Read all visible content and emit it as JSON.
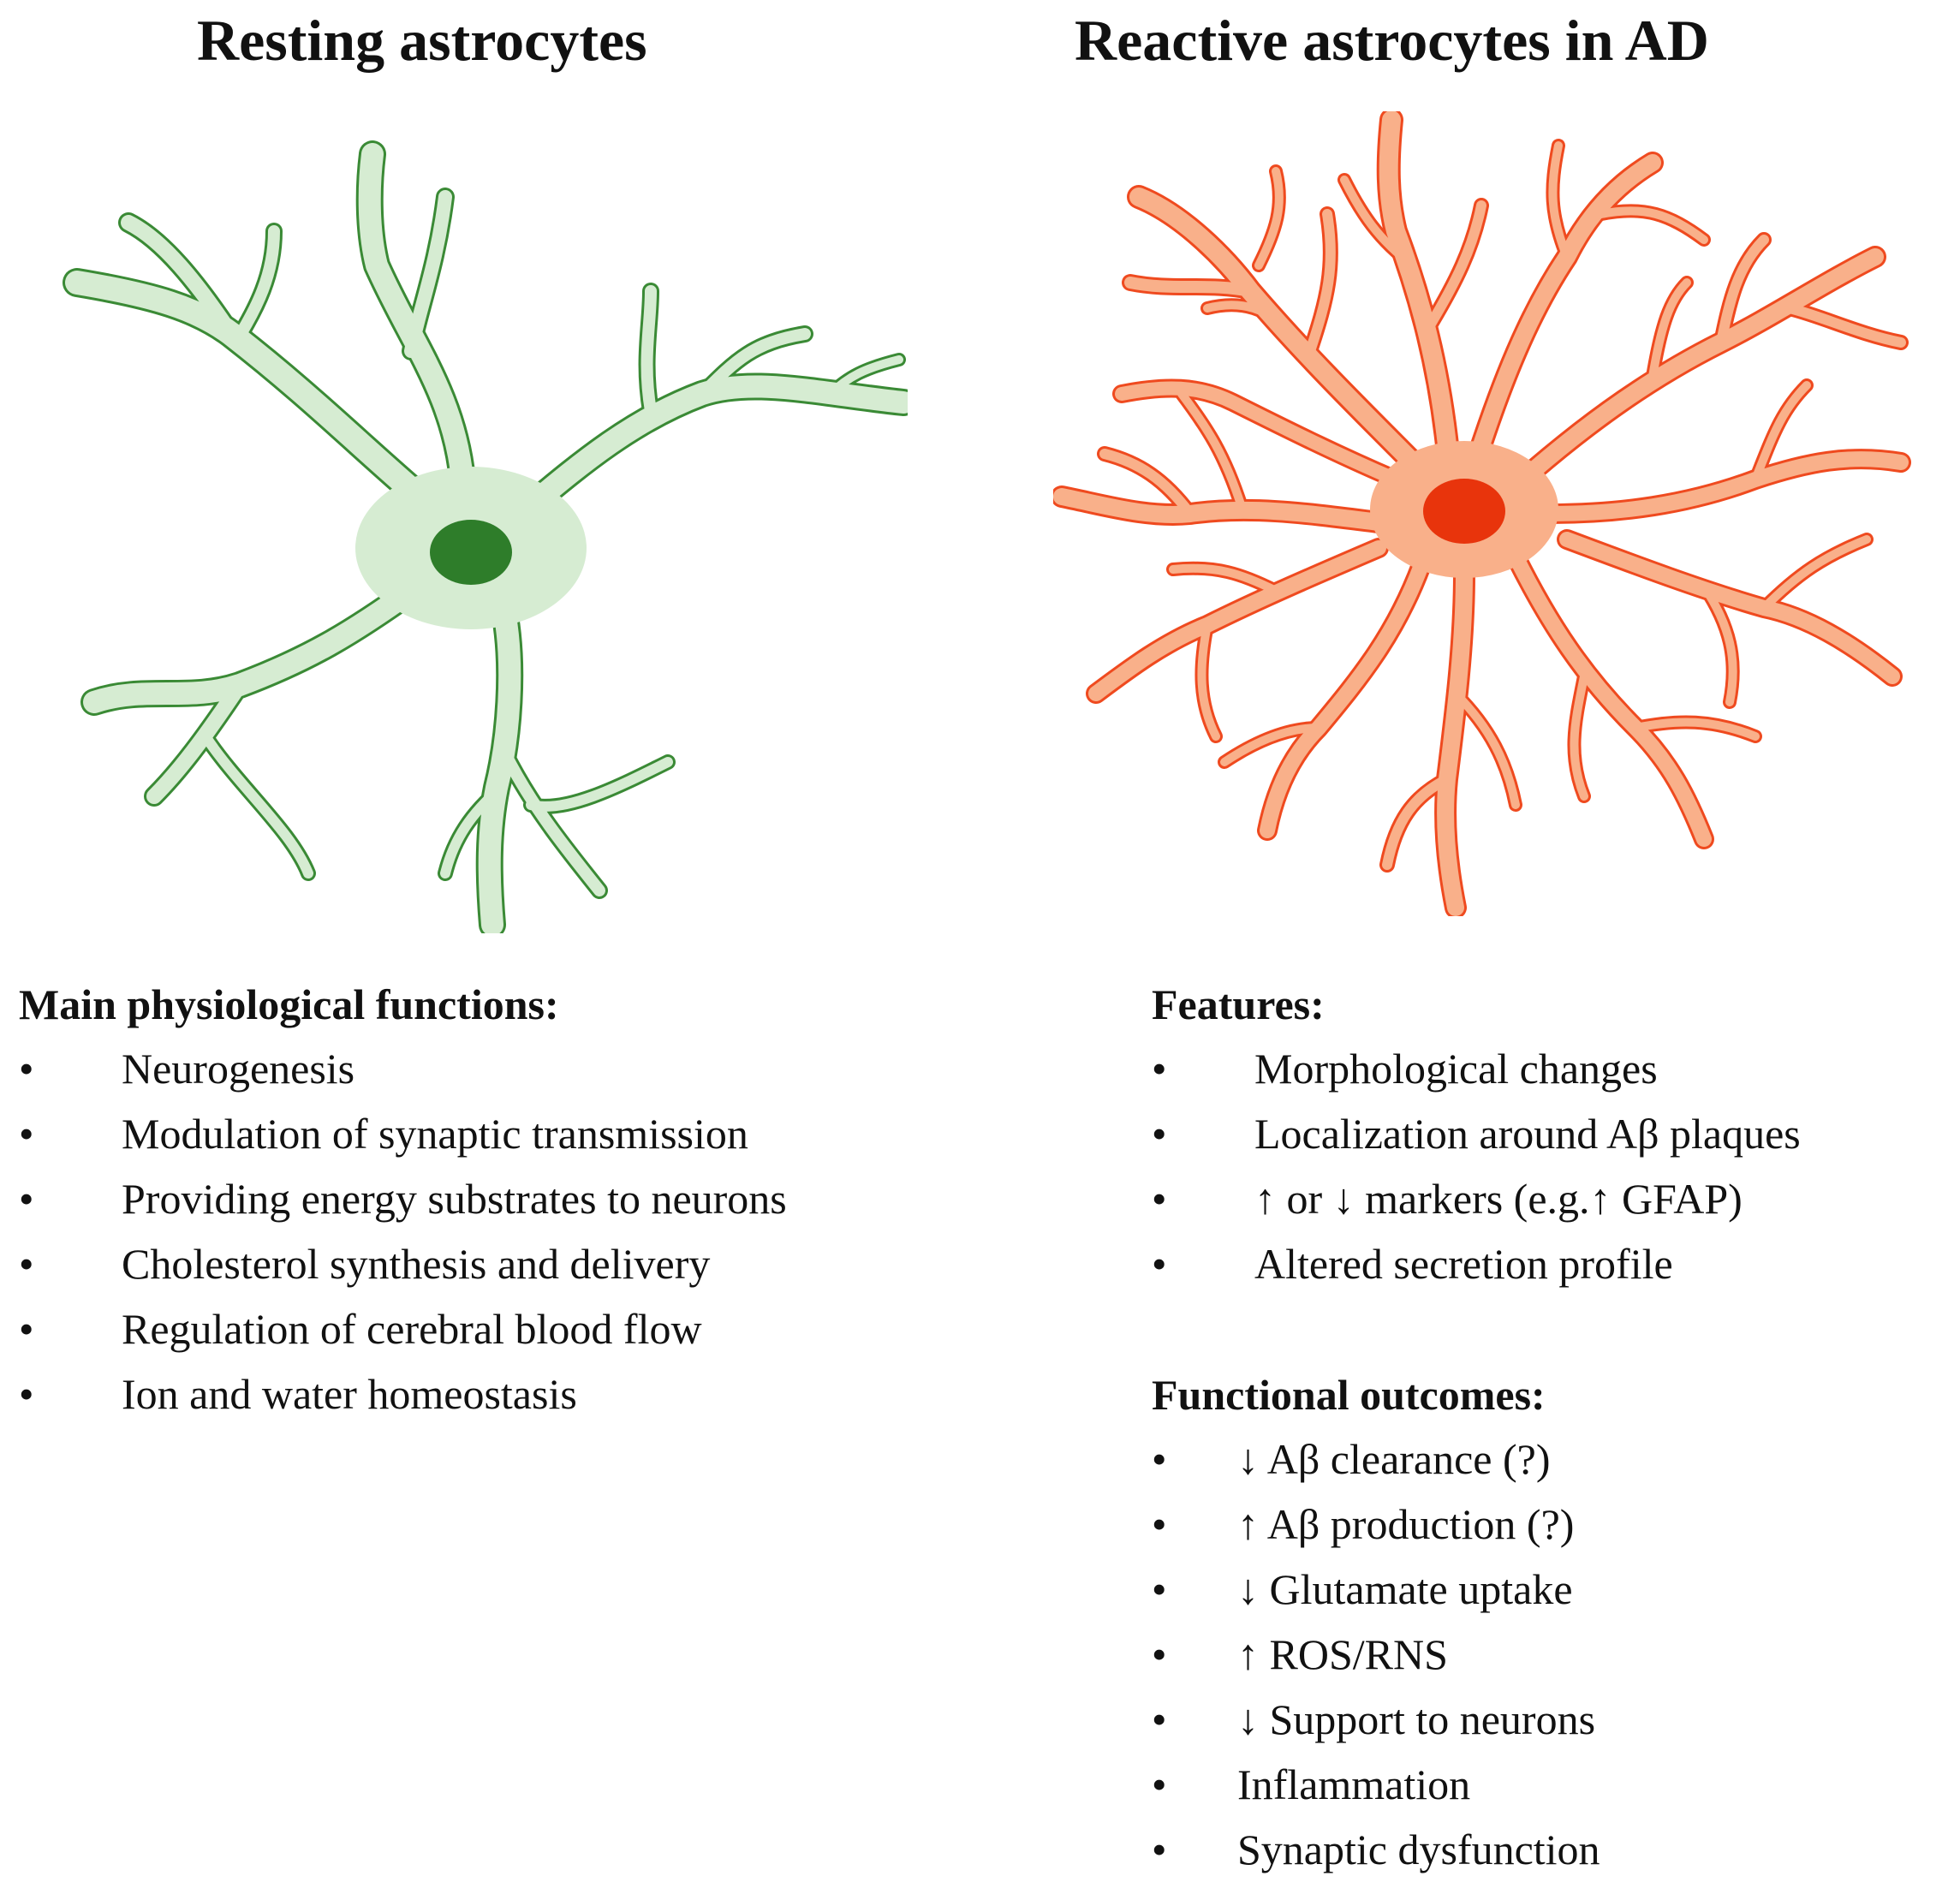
{
  "left": {
    "title": "Resting astrocytes",
    "section_title": "Main physiological functions:",
    "items": [
      "Neurogenesis",
      "Modulation of synaptic transmission",
      "Providing energy substrates to neurons",
      "Cholesterol synthesis and delivery",
      "Regulation of cerebral blood flow",
      "Ion and water homeostasis"
    ],
    "colors": {
      "fill": "#d6ecd2",
      "outline": "#3a8a35",
      "nucleus": "#2e7d2a"
    }
  },
  "right": {
    "title": "Reactive astrocytes in AD",
    "features_title": "Features:",
    "features": [
      "Morphological changes",
      "Localization around Aβ plaques",
      "↑ or ↓ markers (e.g.↑ GFAP)",
      "Altered secretion profile"
    ],
    "outcomes_title": "Functional outcomes:",
    "outcomes": [
      "↓ Aβ clearance (?)",
      "↑ Aβ production (?)",
      "↓ Glutamate uptake",
      "↑ ROS/RNS",
      "↓ Support to neurons",
      "Inflammation",
      "Synaptic dysfunction"
    ],
    "colors": {
      "fill": "#f9b08a",
      "outline": "#ef4a1f",
      "nucleus": "#e8340c"
    }
  },
  "bullet": "•"
}
